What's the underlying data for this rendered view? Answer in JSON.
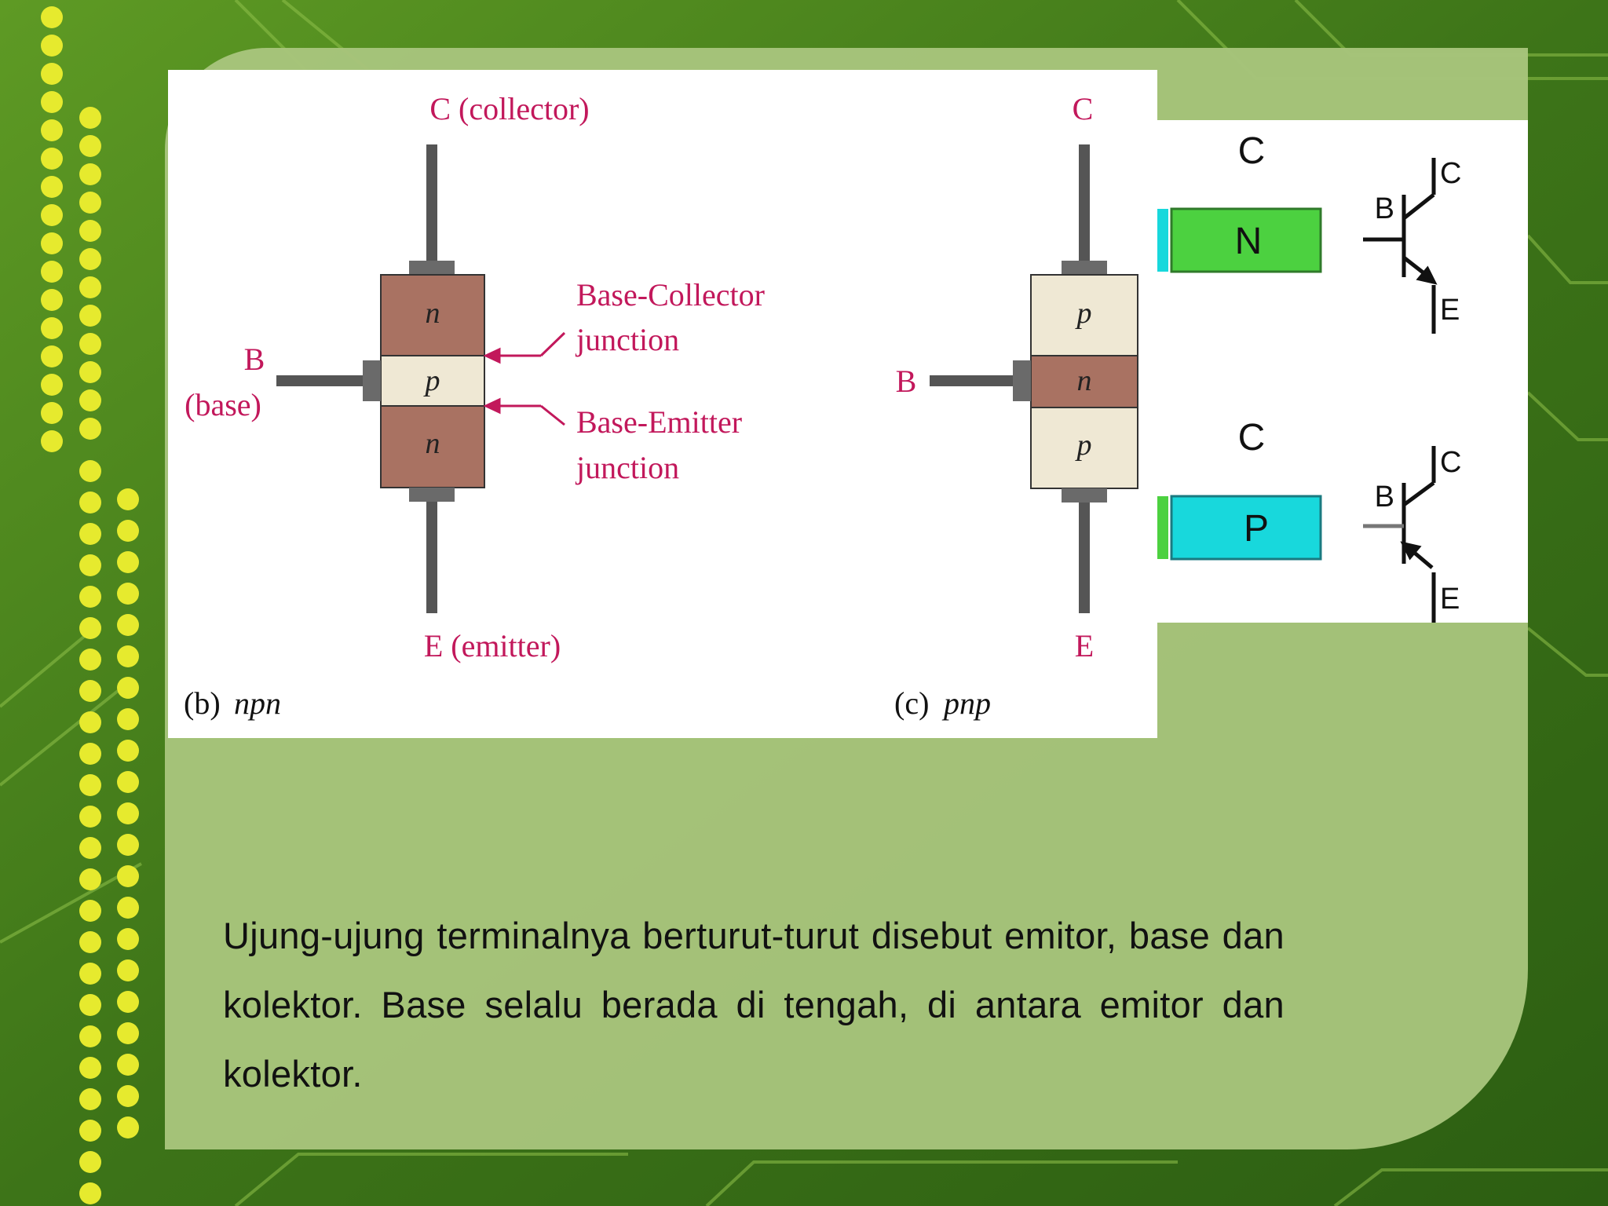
{
  "npn": {
    "collector_label": "C (collector)",
    "emitter_label": "E (emitter)",
    "base_label": "B",
    "base_sub_label": "(base)",
    "layer_top": "n",
    "layer_mid": "p",
    "layer_bot": "n",
    "bc_junction_line1": "Base-Collector",
    "bc_junction_line2": "junction",
    "be_junction_line1": "Base-Emitter",
    "be_junction_line2": "junction",
    "caption_prefix": "(b)",
    "caption_type": "npn"
  },
  "pnp": {
    "collector_label": "C",
    "emitter_label": "E",
    "base_label": "B",
    "layer_top": "p",
    "layer_mid": "n",
    "layer_bot": "p",
    "caption_prefix": "(c)",
    "caption_type": "pnp"
  },
  "side": {
    "npn_block": {
      "c_label": "C",
      "block_label": "N"
    },
    "npn_symbol": {
      "b": "B",
      "c": "C",
      "e": "E"
    },
    "pnp_block": {
      "c_label": "C",
      "block_label": "P"
    },
    "pnp_symbol": {
      "b": "B",
      "c": "C",
      "e": "E"
    }
  },
  "colors": {
    "magenta": "#c2185b",
    "n_layer": "#a97262",
    "p_layer": "#efe8d4",
    "block_green": "#4cd140",
    "block_cyan": "#18d8dc"
  },
  "caption_text": "Ujung-ujung terminalnya berturut-turut disebut emitor, base dan kolektor. Base selalu berada di tengah, di antara emitor dan kolektor."
}
